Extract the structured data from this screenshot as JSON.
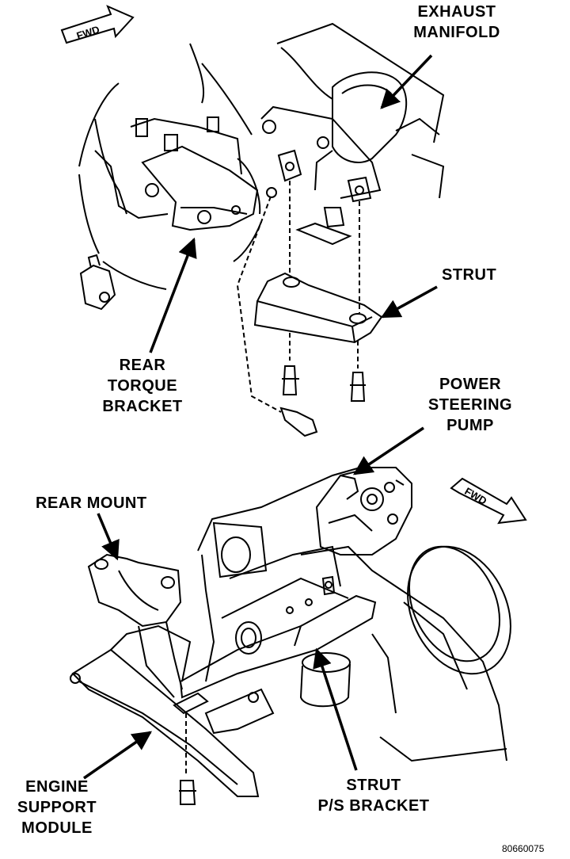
{
  "labels": {
    "exhaust_manifold": [
      "EXHAUST",
      "MANIFOLD"
    ],
    "strut_top": "STRUT",
    "rear_torque_bracket": [
      "REAR",
      "TORQUE",
      "BRACKET"
    ],
    "power_steering_pump": [
      "POWER",
      "STEERING",
      "PUMP"
    ],
    "rear_mount": "REAR MOUNT",
    "engine_support_module": [
      "ENGINE",
      "SUPPORT",
      "MODULE"
    ],
    "strut_ps_bracket": [
      "STRUT",
      "P/S BRACKET"
    ]
  },
  "fwd_arrows": [
    "FWD",
    "FWD"
  ],
  "figure_ref": "80660075"
}
